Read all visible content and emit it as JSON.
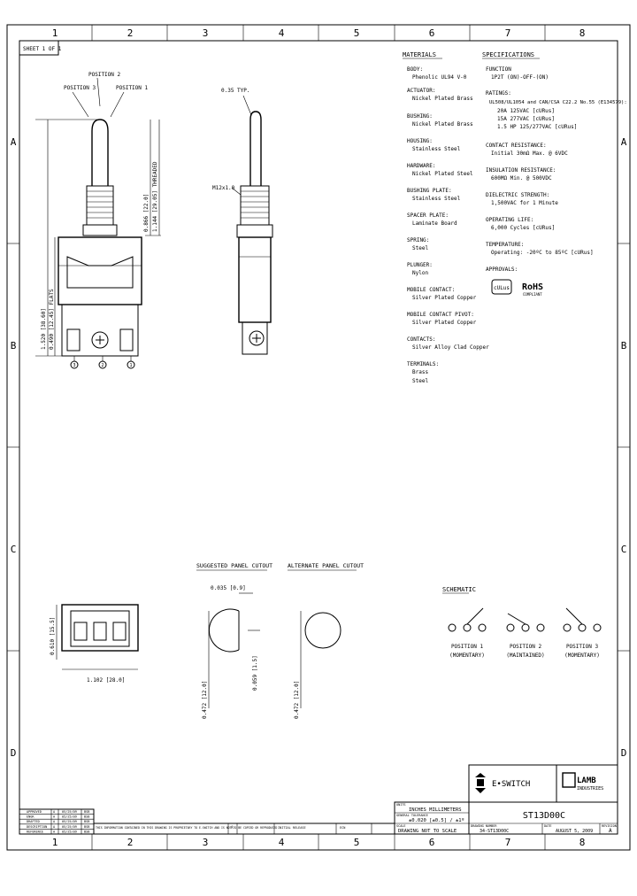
{
  "sheet": "SHEET 1 OF 1",
  "grid": {
    "columns": [
      "1",
      "2",
      "3",
      "4",
      "5",
      "6",
      "7",
      "8"
    ],
    "rows": [
      "A",
      "B",
      "C",
      "D"
    ]
  },
  "side_view": {
    "position_labels": [
      "POSITION 2",
      "POSITION 3",
      "POSITION 1"
    ],
    "dim_1": "0.866 [22.0]",
    "dim_2": "1.144 [29.05] THREADED",
    "dim_3": "1.520 [38.60]",
    "dim_4": "0.490 [12.45] FLATS",
    "terminal_labels": [
      "3",
      "2",
      "1"
    ]
  },
  "front_view": {
    "angle_note": "0.35 TYP.",
    "thread_note": "M12x1.0"
  },
  "materials": {
    "heading": "MATERIALS",
    "items": [
      {
        "name": "BODY:",
        "value": "Phenolic UL94 V-0"
      },
      {
        "name": "ACTUATOR:",
        "value": "Nickel Plated Brass"
      },
      {
        "name": "BUSHING:",
        "value": "Nickel Plated Brass"
      },
      {
        "name": "HOUSING:",
        "value": "Stainless Steel"
      },
      {
        "name": "HARDWARE:",
        "value": "Nickel Plated Steel"
      },
      {
        "name": "BUSHING PLATE:",
        "value": "Stainless Steel"
      },
      {
        "name": "SPACER PLATE:",
        "value": "Laminate Board"
      },
      {
        "name": "SPRING:",
        "value": "Steel"
      },
      {
        "name": "PLUNGER:",
        "value": "Nylon"
      },
      {
        "name": "MOBILE CONTACT:",
        "value": "Silver Plated Copper"
      },
      {
        "name": "MOBILE CONTACT PIVOT:",
        "value": "Silver Plated Copper"
      },
      {
        "name": "CONTACTS:",
        "value": "Silver Alloy Clad Copper"
      },
      {
        "name": "TERMINALS:",
        "value": "Brass"
      },
      {
        "name": "",
        "value": "Steel"
      }
    ]
  },
  "specifications": {
    "heading": "SPECIFICATIONS",
    "function_label": "FUNCTION",
    "function_value": "1P2T (ON)-OFF-(ON)",
    "ratings_label": "RATINGS:",
    "ratings": [
      "UL508/UL1054 and CAN/CSA C22.2 No.55 (E134579):",
      "20A 125VAC [cURus]",
      "15A 277VAC [cURus]",
      "1.5 HP 125/277VAC [cURus]"
    ],
    "contact_resistance_label": "CONTACT RESISTANCE:",
    "contact_resistance_value": "Initial 30mΩ Max. @ 6VDC",
    "insulation_label": "INSULATION RESISTANCE:",
    "insulation_value": "600MΩ Min. @ 500VDC",
    "dielectric_label": "DIELECTRIC STRENGTH:",
    "dielectric_value": "1,500VAC for 1 Minute",
    "life_label": "OPERATING LIFE:",
    "life_value": "6,000 Cycles [cURus]",
    "temperature_label": "TEMPERATURE:",
    "temperature_value": "Operating: -20ºC to 85ºC [cURus]",
    "approvals_label": "APPROVALS:",
    "ul_mark": "cULus",
    "rohs": "RoHS",
    "rohs_sub": "COMPLIANT"
  },
  "cutouts": {
    "suggested": "SUGGESTED PANEL CUTOUT",
    "alternate": "ALTERNATE PANEL CUTOUT",
    "dim_top": "0.035 [0.9]",
    "dim_s_v": "0.472 [12.0]",
    "dim_s_flat": "0.059 [1.5]",
    "dim_a_v": "0.472 [12.0]"
  },
  "bottom_view": {
    "dim_h": "0.610 [15.5]",
    "dim_w": "1.102 [28.0]"
  },
  "schematic": {
    "heading": "SCHEMATIC",
    "positions": [
      {
        "label": "POSITION 1",
        "state": "(MOMENTARY)"
      },
      {
        "label": "POSITION 2",
        "state": "(MAINTAINED)"
      },
      {
        "label": "POSITION 3",
        "state": "(MOMENTARY)"
      }
    ]
  },
  "title_block": {
    "brand": "E•SWITCH",
    "brand2": "LAMB",
    "brand2_sub": "INDUSTRIES",
    "units_label": "UNITS",
    "units": "INCHES MILLIMETERS",
    "tolerance_label": "GENERAL TOLERANCE",
    "tolerance": "±0.020 [±0.5] / ±1º",
    "scale_label": "SCALE",
    "scale": "DRAWING NOT TO SCALE",
    "part_number": "ST13D00C",
    "drawing_number_label": "DRAWING NUMBER",
    "drawing_number": "34-ST13D00C",
    "date_label": "DATE",
    "date": "AUGUST 5, 2009",
    "rev_label": "REVISION",
    "rev": "A",
    "revisions": [
      {
        "role": "APPROVED",
        "rev": "A",
        "date": "05/25/09",
        "init": "BSB"
      },
      {
        "role": "ENGR",
        "rev": "A",
        "date": "05/25/09",
        "init": "BSB"
      },
      {
        "role": "DRAFTED",
        "rev": "A",
        "date": "05/25/09",
        "init": "BSB"
      },
      {
        "role": "DESCRIPTION",
        "rev": "A",
        "date": "05/25/09",
        "init": "BSB"
      },
      {
        "role": "REFERENCE",
        "rev": "A",
        "date": "05/25/09",
        "init": "BSB"
      }
    ],
    "notice": "THIS INFORMATION CONTAINED IN THIS DRAWING IS PROPRIETARY TO E-SWITCH AND IS NOT TO BE COPIED OR REPRODUCED",
    "rev_col": "A",
    "initial_release": "INITIAL RELEASE",
    "ecn": "ECN"
  }
}
